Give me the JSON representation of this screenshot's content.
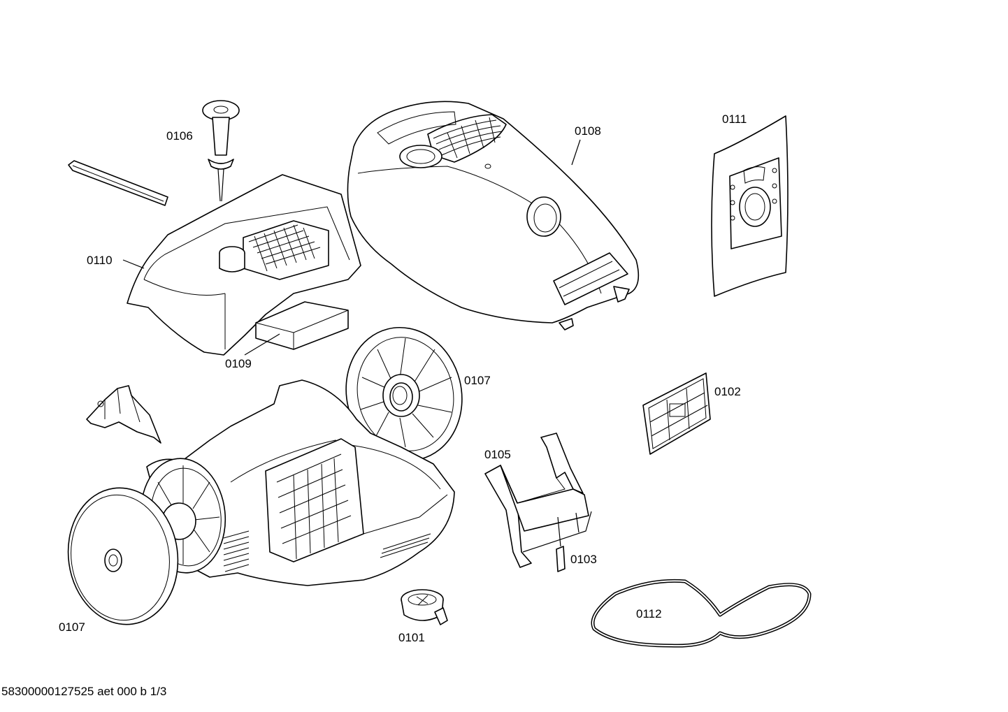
{
  "parts": {
    "p0101": "0101",
    "p0102": "0102",
    "p0103": "0103",
    "p0105": "0105",
    "p0106": "0106",
    "p0107_top": "0107",
    "p0107_bottom": "0107",
    "p0108": "0108",
    "p0109": "0109",
    "p0110": "0110",
    "p0111": "0111",
    "p0112": "0112"
  },
  "footer": {
    "drawing_id": "58300000127525 aet 000 b 1/3"
  }
}
